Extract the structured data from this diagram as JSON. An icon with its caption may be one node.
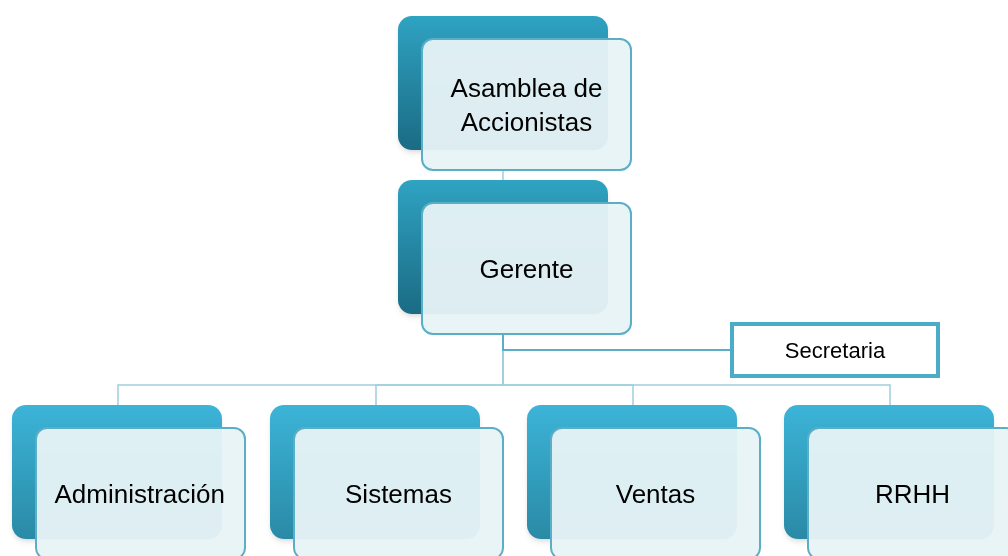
{
  "diagram": {
    "nodes": [
      {
        "text": [
          "Asamblea de Accionistas"
        ]
      },
      {
        "text": [
          "Gerente"
        ]
      },
      {
        "text": [
          "Secretaria"
        ]
      },
      {
        "text": [
          "Administración"
        ]
      },
      {
        "text": [
          "Sistemas"
        ]
      },
      {
        "text": [
          "Ventas"
        ]
      },
      {
        "text": [
          "RRHH"
        ]
      }
    ],
    "edges": [
      {
        "from": 0,
        "to": 1,
        "arrow": "none"
      },
      {
        "from": 1,
        "to": 3,
        "arrow": "none"
      },
      {
        "from": 1,
        "to": 4,
        "arrow": "none"
      },
      {
        "from": 1,
        "to": 5,
        "arrow": "none"
      },
      {
        "from": 1,
        "to": 6,
        "arrow": "none"
      },
      {
        "from": 1,
        "to": 2,
        "arrow": "none"
      }
    ]
  }
}
